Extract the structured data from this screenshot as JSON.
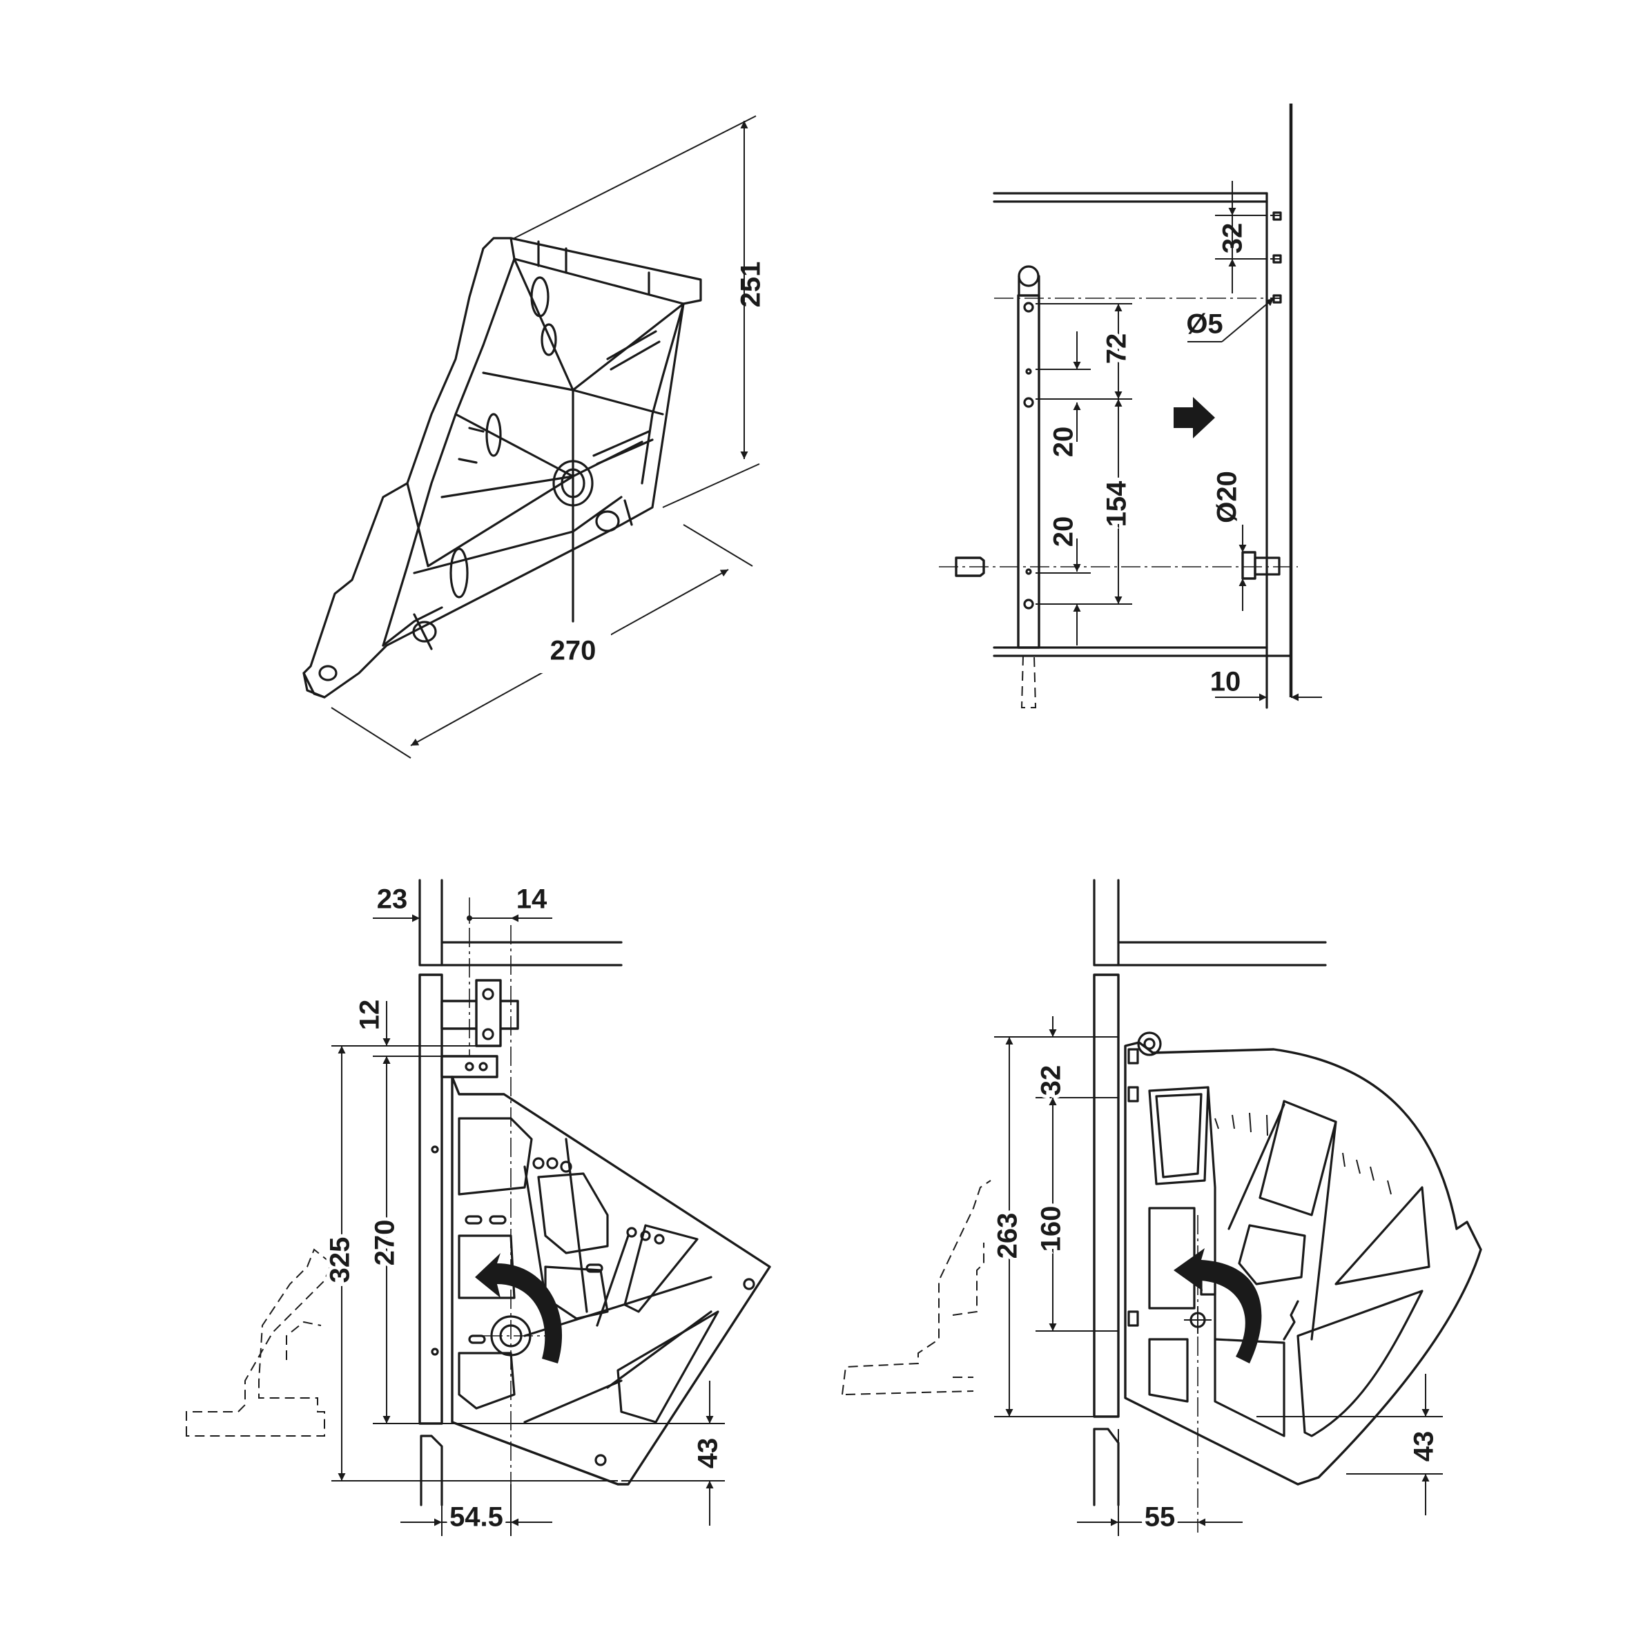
{
  "colors": {
    "line": "#1a1a1a",
    "background": "#ffffff"
  },
  "view_iso": {
    "dim_height": "251",
    "dim_length": "270"
  },
  "view_side": {
    "dim_32": "32",
    "dim_hole": "Ø5",
    "dim_72": "72",
    "dim_20_top": "20",
    "dim_154": "154",
    "dim_20_bottom": "20",
    "dim_bore": "Ø20",
    "dim_10": "10"
  },
  "view_left": {
    "dim_23": "23",
    "dim_14": "14",
    "dim_12": "12",
    "dim_325": "325",
    "dim_270": "270",
    "dim_43": "43",
    "dim_54_5": "54.5"
  },
  "view_right": {
    "dim_32": "32",
    "dim_263": "263",
    "dim_160": "160",
    "dim_43": "43",
    "dim_55": "55"
  }
}
